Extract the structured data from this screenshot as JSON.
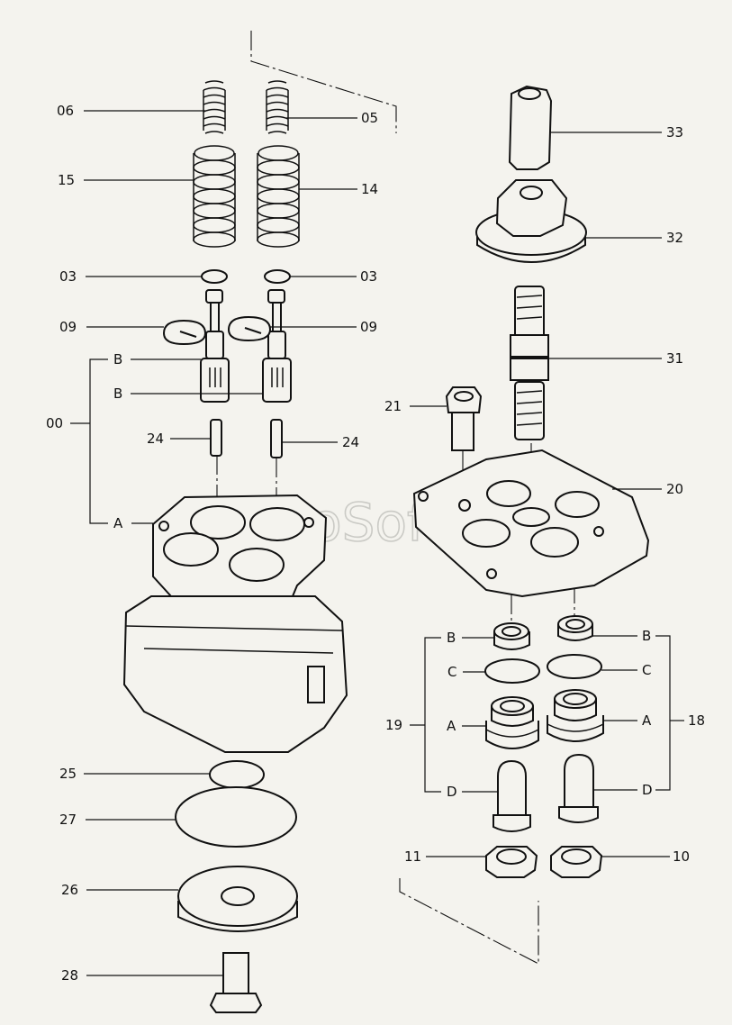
{
  "watermark": "AutoSoft",
  "labels": {
    "p06": "06",
    "p05": "05",
    "p15": "15",
    "p14": "14",
    "p03_left": "03",
    "p03_right": "03",
    "p09_left": "09",
    "p09_right": "09",
    "p00": "00",
    "b_upper": "B",
    "b_lower": "B",
    "a_body": "A",
    "p24_left": "24",
    "p24_right": "24",
    "p25": "25",
    "p27": "27",
    "p26": "26",
    "p28": "28",
    "p33": "33",
    "p32": "32",
    "p31": "31",
    "p21": "21",
    "p20": "20",
    "l_b": "B",
    "l_c": "C",
    "l_a": "A",
    "l_d": "D",
    "p19": "19",
    "p11": "11",
    "r_b": "B",
    "r_c": "C",
    "r_a": "A",
    "r_d": "D",
    "p18": "18",
    "p10": "10"
  }
}
